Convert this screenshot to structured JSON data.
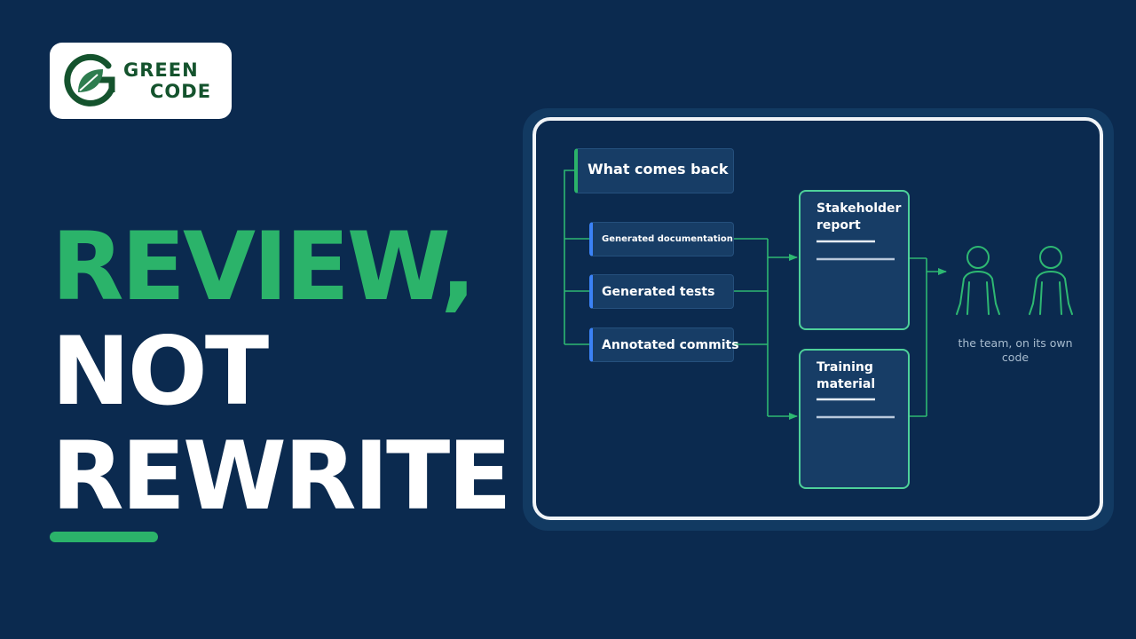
{
  "logo": {
    "line1": "GREEN",
    "line2": "CODE",
    "icon": "green-code-logo-mark",
    "color": "#14532d"
  },
  "headline": {
    "line1": "REVIEW,",
    "line2": "NOT",
    "line3": "REWRITE"
  },
  "colors": {
    "background": "#0b2a4f",
    "accent_green": "#2bb36a",
    "connector": "#2eb872",
    "item_accent": "#3b82f6",
    "panel_border": "#f0f4f8"
  },
  "diagram": {
    "source": "What comes back",
    "items": [
      "Generated documentation",
      "Generated tests",
      "Annotated commits"
    ],
    "outputs": [
      {
        "title": "Stakeholder report"
      },
      {
        "title": "Training material"
      }
    ],
    "audience": {
      "icon": "people-icon",
      "caption": "the team, on its own code"
    }
  }
}
